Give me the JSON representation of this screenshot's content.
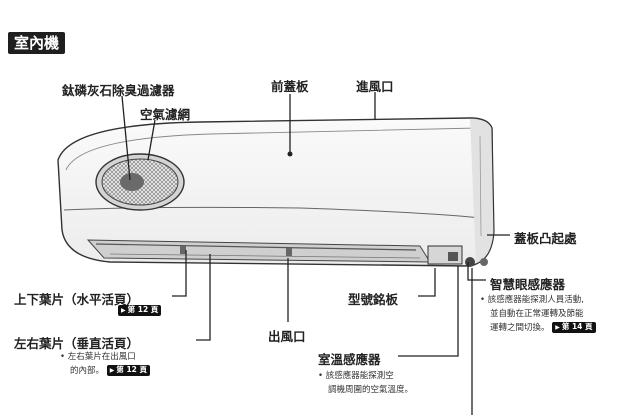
{
  "header": {
    "title": "室內機"
  },
  "labels": {
    "filter_titanium": "鈦磷灰石除臭過濾器",
    "air_net": "空氣濾網",
    "front_panel": "前蓋板",
    "air_inlet": "進風口",
    "panel_raise": "蓋板凸起處",
    "smart_eye": "智慧眼感應器",
    "smart_eye_note_1": "• 該感應器能探測人員活動,",
    "smart_eye_note_2": "並自動在正常運轉及節能",
    "smart_eye_note_3": "運轉之間切換。",
    "smart_eye_page": "第 14 頁",
    "model_plate": "型號銘板",
    "vertical_louver": "上下葉片（水平活頁）",
    "vertical_louver_page": "第 12 頁",
    "horizontal_louver": "左右葉片（垂直活頁）",
    "horizontal_louver_note_1": "• 左右葉片在出風口",
    "horizontal_louver_note_2": "的內部。",
    "horizontal_louver_page": "第 12 頁",
    "air_outlet": "出風口",
    "room_temp_sensor": "室溫感應器",
    "room_temp_note_1": "• 該感應器能探測空",
    "room_temp_note_2": "調機周圍的空氣溫度。"
  }
}
